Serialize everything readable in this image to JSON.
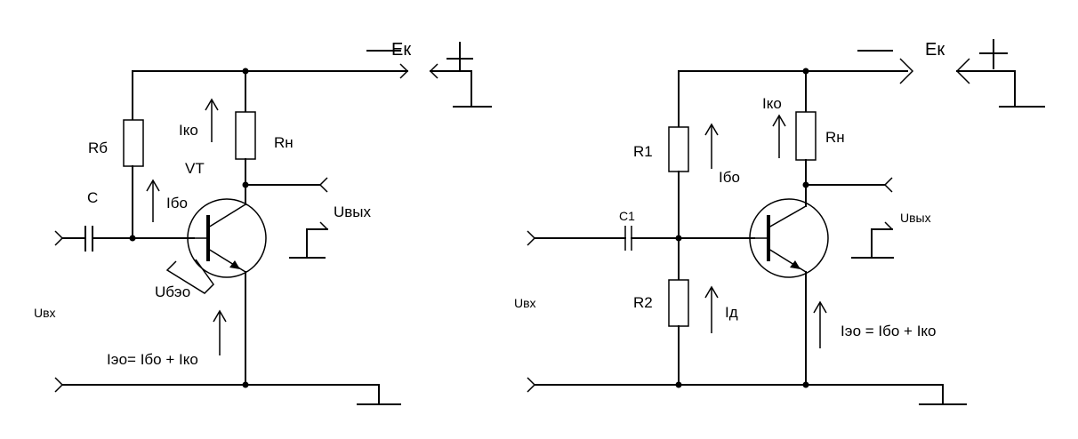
{
  "left": {
    "supply": "Ек",
    "minus": "—",
    "plus": "+",
    "rb": "Rб",
    "rn": "Rн",
    "ik0": "Iко",
    "vt": "VT",
    "c": "C",
    "ib0": "Iбо",
    "uvyx": "Uвых",
    "ube0": "Uбэо",
    "uvx": "Uвх",
    "ie0_eq": "Iэо= Iбо + Iко"
  },
  "right": {
    "supply": "Ек",
    "minus": "—",
    "plus": "+",
    "r1": "R1",
    "r2": "R2",
    "rn": "Rн",
    "ik0": "Iко",
    "ib0": "Iбо",
    "c1": "C1",
    "uvyx": "Uвых",
    "uvx": "Uвх",
    "id": "Iд",
    "ie0_eq": "Iэо = Iбо + Iко"
  }
}
